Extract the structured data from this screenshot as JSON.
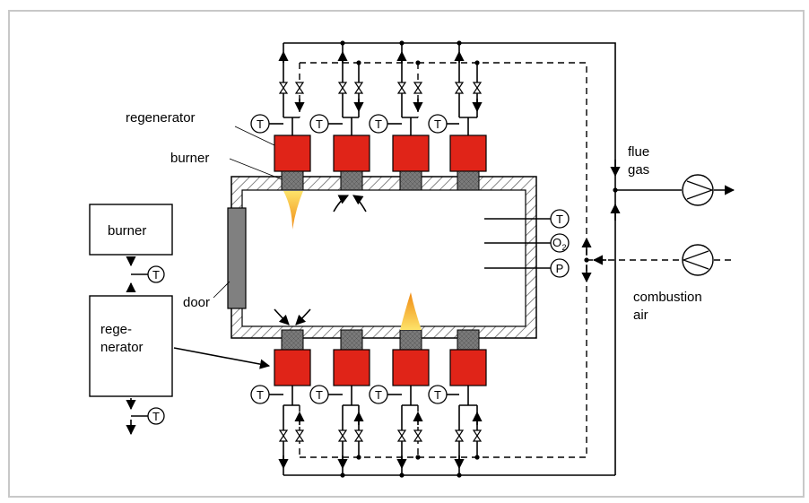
{
  "labels": {
    "regenerator": "regenerator",
    "burner": "burner",
    "door": "door",
    "flue_gas_line1": "flue",
    "flue_gas_line2": "gas",
    "combustion_air_line1": "combustion",
    "combustion_air_line2": "air",
    "side_burner": "burner",
    "side_regenerator_line1": "rege-",
    "side_regenerator_line2": "nerator"
  },
  "sensor_symbols": {
    "temperature": "T",
    "oxygen": "O",
    "oxygen_sub": "2",
    "pressure": "P"
  },
  "colors": {
    "regenerator_fill": "#e02418",
    "burner_block_fill": "#7a7a7a",
    "wall_hatch": "#555555",
    "flame_outer": "#f4a31c",
    "flame_inner": "#fde36a",
    "door_fill": "#808080",
    "frame_border": "#c8c8c8"
  },
  "counts": {
    "burner_pairs_per_side": 4
  }
}
